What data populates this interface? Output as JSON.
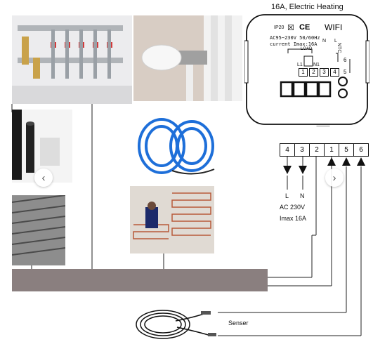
{
  "header": {
    "title": "16A, Electric Heating"
  },
  "thermostat": {
    "ip_rating": "IP20",
    "ce_mark": "CE",
    "wifi_label": "WIFI",
    "spec_line1": "AC95~230V 50/60Hz",
    "spec_line2": "current Imax:16A",
    "load_label": "LOAD",
    "l1_label": "L1",
    "n1_label": "N1",
    "n_label": "N",
    "l_label": "L",
    "ntc_label": "NTC",
    "pins": [
      "1",
      "2",
      "3",
      "4"
    ],
    "side_pins": [
      "6",
      "5"
    ]
  },
  "terminal_block": {
    "terminals": [
      "4",
      "3",
      "2",
      "1",
      "5",
      "6"
    ]
  },
  "wiring": {
    "live_label": "L",
    "neutral_label": "N",
    "supply_label": "AC 230V",
    "imax_label": "Imax 16A",
    "sensor_label": "Senser"
  },
  "carousel": {
    "prev_icon": "chevron-left-icon",
    "next_icon": "chevron-right-icon"
  },
  "colors": {
    "bus_bar": "#8a7f7f",
    "wire": "#333333",
    "cable_blue": "#1e6fd9",
    "floor": "#b85a3a"
  }
}
